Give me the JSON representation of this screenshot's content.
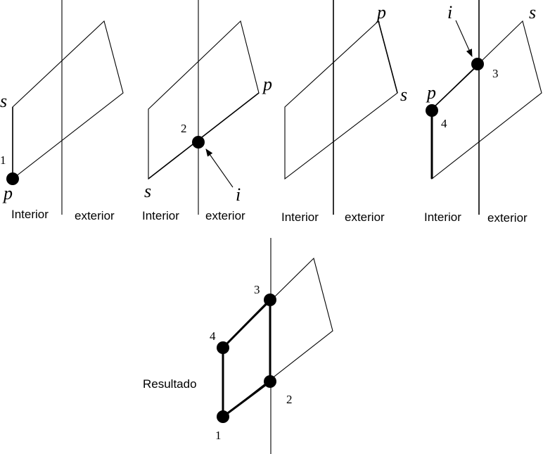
{
  "panel_1": {
    "label_interior": "Interior",
    "label_exterior": "exterior",
    "label_s": "s",
    "label_p": "p",
    "label_num": "1"
  },
  "panel_2": {
    "label_interior": "Interior",
    "label_exterior": "exterior",
    "label_s": "s",
    "label_p": "p",
    "label_i": "i",
    "label_num": "2"
  },
  "panel_3": {
    "label_interior": "Interior",
    "label_exterior": "exterior",
    "label_s": "s",
    "label_p": "p"
  },
  "panel_4": {
    "label_interior": "Interior",
    "label_exterior": "exterior",
    "label_s": "s",
    "label_p": "p",
    "label_i": "i",
    "label_num_3": "3",
    "label_num_4": "4"
  },
  "result": {
    "label": "Resultado",
    "num_1": "1",
    "num_2": "2",
    "num_3": "3",
    "num_4": "4"
  }
}
